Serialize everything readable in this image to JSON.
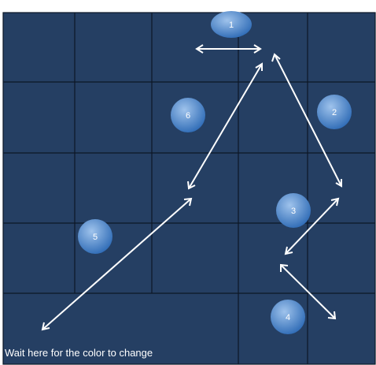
{
  "diagram": {
    "caption": "Wait here for the color to change",
    "colors": {
      "grid_fill": "#253f63",
      "grid_line": "#0c1726",
      "arrow": "#ffffff",
      "badge_light": "#9fc3ec",
      "badge_dark": "#2d6ab5",
      "badge_text": "#ffffff"
    },
    "steps": [
      {
        "id": "1",
        "label": "1"
      },
      {
        "id": "2",
        "label": "2"
      },
      {
        "id": "3",
        "label": "3"
      },
      {
        "id": "4",
        "label": "4"
      },
      {
        "id": "5",
        "label": "5"
      },
      {
        "id": "6",
        "label": "6"
      }
    ]
  }
}
